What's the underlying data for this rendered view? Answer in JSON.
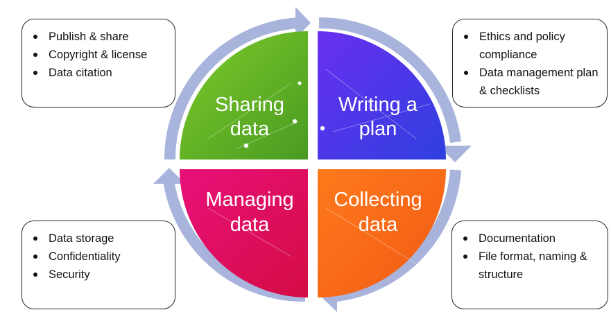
{
  "quadrants": {
    "sharing": {
      "line1": "Sharing",
      "line2": "data",
      "color": "#6ab82a"
    },
    "writing": {
      "line1": "Writing a",
      "line2": "plan",
      "color": "#4b32e6"
    },
    "managing": {
      "line1": "Managing",
      "line2": "data",
      "color": "#e0105a"
    },
    "collecting": {
      "line1": "Collecting",
      "line2": "data",
      "color": "#f26722"
    }
  },
  "arrow_color": "#a9b4dc",
  "boxes": {
    "top_left": [
      "Publish & share",
      "Copyright & license",
      "Data citation"
    ],
    "top_right": [
      "Ethics and policy compliance",
      "Data management plan & checklists"
    ],
    "bottom_left": [
      "Data storage",
      "Confidentiality",
      "Security"
    ],
    "bottom_right": [
      "Documentation",
      "File format, naming & structure"
    ]
  }
}
